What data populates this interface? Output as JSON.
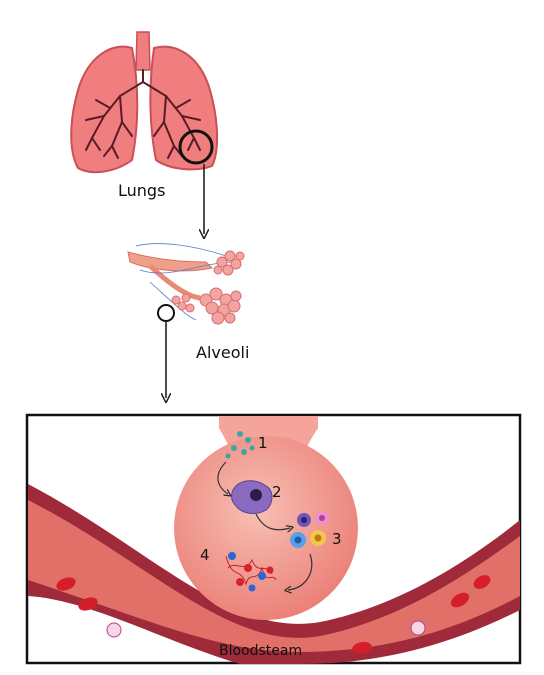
{
  "labels": {
    "lungs": "Lungs",
    "alveoli": "Alveoli",
    "bloodstream": "Bloodsteam"
  },
  "steps": [
    "1",
    "2",
    "3",
    "4"
  ],
  "colors": {
    "lung_fill": "#f07e7e",
    "lung_edge": "#c94f58",
    "airway": "#5a1a26",
    "alveolus": "#ef9a90",
    "alveolus_neck": "#f4a49a",
    "vessel_outer": "#9e2a3a",
    "vessel_inner": "#e07068",
    "rbc": "#d61e2a",
    "particle": "#3aa6a0",
    "macrophage": "#8a6bbf",
    "frame": "#111111"
  },
  "icons": {
    "particles": "teal-particle-cluster-icon",
    "macrophage": "macrophage-cell-icon",
    "immune_cells": "immune-cell-cluster-icon",
    "fibers": "collagen-fiber-icon",
    "rbc": "red-blood-cell-icon",
    "wbc": "white-blood-cell-icon"
  }
}
